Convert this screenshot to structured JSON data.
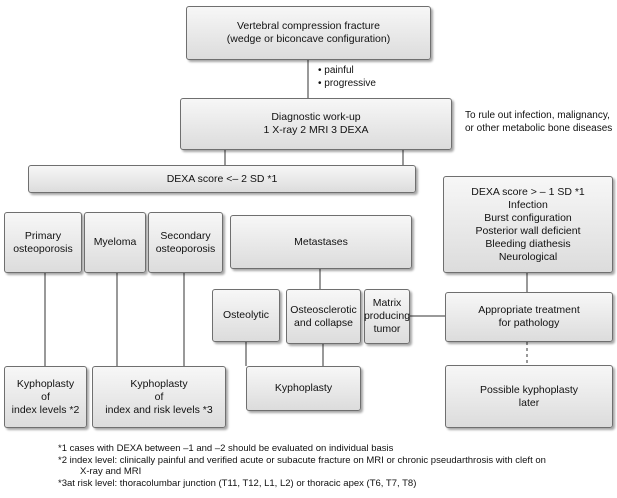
{
  "boxes": {
    "vcf": [
      "Vertebral compression fracture",
      "(wedge or biconcave configuration)"
    ],
    "workup": [
      "Diagnostic work-up",
      "1 X-ray  2 MRI  3 DEXA"
    ],
    "dexa_low": [
      "DEXA score <– 2 SD *1"
    ],
    "dexa_high": [
      "DEXA score > – 1 SD *1",
      "Infection",
      "Burst configuration",
      "Posterior wall deficient",
      "Bleeding diathesis",
      "Neurological"
    ],
    "primary": [
      "Primary",
      "osteoporosis"
    ],
    "myeloma": [
      "Myeloma"
    ],
    "secondary": [
      "Secondary",
      "osteoporosis"
    ],
    "metastases": [
      "Metastases"
    ],
    "osteolytic": [
      "Osteolytic"
    ],
    "osteosclerotic": [
      "Osteosclerotic",
      "and collapse"
    ],
    "matrix": [
      "Matrix",
      "producing",
      "tumor"
    ],
    "appropriate": [
      "Appropriate treatment",
      "for pathology"
    ],
    "kypho_index": [
      "Kyphoplasty",
      "of",
      "index levels *2"
    ],
    "kypho_risk": [
      "Kyphoplasty",
      "of",
      "index and risk levels *3"
    ],
    "kypho": [
      "Kyphoplasty"
    ],
    "possible": [
      "Possible kyphoplasty",
      "later"
    ]
  },
  "annotations": {
    "painful": "• painful",
    "progressive": "• progressive",
    "rule_out": [
      "To rule out infection, malignancy,",
      "or other metabolic bone diseases"
    ]
  },
  "footnotes": {
    "fn1": "*1 cases with DEXA between –1 and –2 should be evaluated on individual basis",
    "fn2a": "*2 index level: clinically painful and verified acute or subacute fracture on MRI or chronic pseudarthrosis with cleft on",
    "fn2b": "X-ray and MRI",
    "fn3": "*3at risk level: thoracolumbar junction (T11, T12, L1, L2) or thoracic apex (T6, T7, T8)"
  }
}
